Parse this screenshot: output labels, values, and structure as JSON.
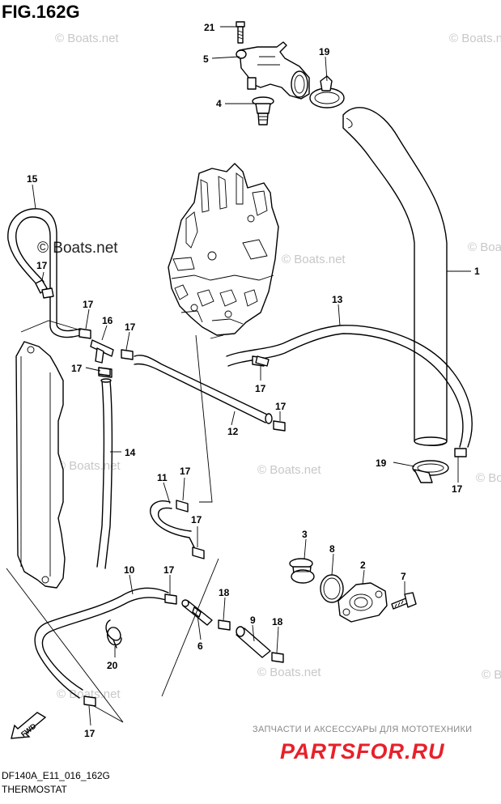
{
  "figure": {
    "title": "FIG.162G"
  },
  "watermarks": [
    "© Boats.net",
    "© Boats.net",
    "© Boats.net",
    "© Boats.net",
    "© Boats.net",
    "© Boats.net",
    "© Boats.net",
    "© Boats.net",
    "© Boats.net",
    "© Boats.net"
  ],
  "main_watermark": "© Boats.net",
  "fwd_arrow": {
    "label": "FWD",
    "icon": "fwd-arrow-icon"
  },
  "callouts": {
    "c21": "21",
    "c5": "5",
    "c19a": "19",
    "c4": "4",
    "c15": "15",
    "c1": "1",
    "c17a": "17",
    "c13": "13",
    "c17b": "17",
    "c16": "16",
    "c17c": "17",
    "c17d": "17",
    "c17e": "17",
    "c17f": "17",
    "c12": "12",
    "c19b": "19",
    "c17g": "17",
    "c14": "14",
    "c11": "11",
    "c17h": "17",
    "c17i": "17",
    "c3": "3",
    "c8": "8",
    "c2": "2",
    "c10": "10",
    "c17j": "17",
    "c18a": "18",
    "c7": "7",
    "c9": "9",
    "c18b": "18",
    "c6": "6",
    "c20": "20",
    "c17k": "17"
  },
  "footer": {
    "code": "DF140A_E11_016_162G",
    "subtitle": "THERMOSTAT"
  },
  "branding": {
    "tagline": "ЗАПЧАСТИ И АКСЕССУАРЫ ДЛЯ МОТОТЕХНИКИ",
    "site": "PARTSFOR.RU"
  }
}
